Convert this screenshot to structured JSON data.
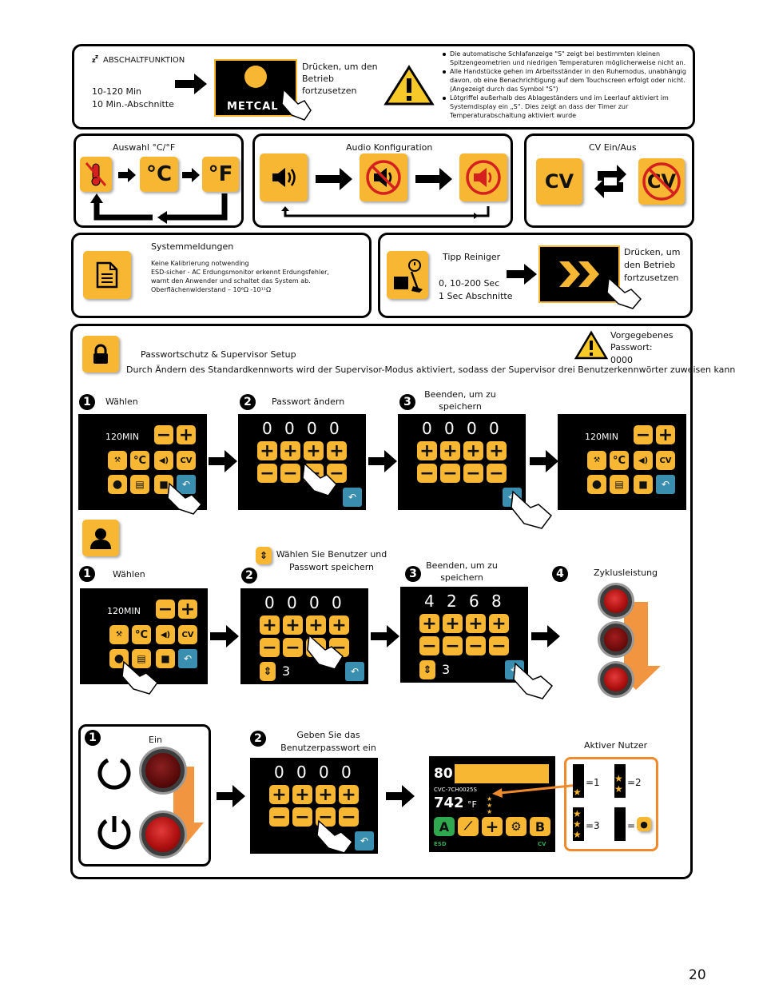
{
  "page_number": "20",
  "shutdown": {
    "title": "ABSCHALTFUNKTION",
    "range": "10-120 Min",
    "step": "10 Min.-Abschnitte",
    "press_text": "Drücken, um den Betrieb fortzusetzen",
    "logo_text": "METCAL",
    "notes": [
      "Die automatische Schlafanzeige \"S\" zeigt bei bestimmten kleinen Spitzengeometrien und niedrigen Temperaturen möglicherweise nicht an.",
      "Alle Handstücke gehen im Arbeitsständer in den Ruhemodus, unabhängig davon, ob eine Benachrichtigung auf dem Touchscreen erfolgt oder nicht. (Angezeigt durch das Symbol \"S\")",
      "Lötgriffel außerhalb des Ablageständers und im Leerlauf aktiviert im Systemdisplay ein „S“. Dies zeigt an dass der Timer zur Temperaturabschaltung aktiviert wurde"
    ]
  },
  "units": {
    "title": "Auswahl °C/°F",
    "c": "°C",
    "f": "°F"
  },
  "audio": {
    "title": "Audio Konfiguration"
  },
  "cv": {
    "title": "CV Ein/Aus",
    "label": "CV"
  },
  "system": {
    "title": "Systemmeldungen",
    "lines": [
      "Keine Kalibrierung notwending",
      "ESD-sicher - AC Erdungsmonitor erkennt Erdungsfehler,",
      "warnt den Anwender und schaltet das System ab.",
      "Oberflächenwiderstand – 10⁶Ω -10¹¹Ω"
    ]
  },
  "cleaner": {
    "title": "Tipp Reiniger Erinnerung",
    "range": "0, 10-200 Sec",
    "step": "1 Sec Abschnitte",
    "press_text": "Drücken, um den Betrieb fortzusetzen"
  },
  "password": {
    "title": "Passwortschutz & Supervisor Setup",
    "desc": "Durch Ändern des Standardkennworts wird der Supervisor-Modus aktiviert, sodass der Supervisor drei Benutzerkennwörter zuweisen kann",
    "default_label": "Vorgegebenes Passwort:",
    "default_value": "0000",
    "steps": [
      "Wählen",
      "Passwort ändern",
      "Beenden, um zu speichern"
    ],
    "timer": "120MIN",
    "digits": [
      "0",
      "0",
      "0",
      "0"
    ]
  },
  "users": {
    "steps": [
      "Wählen",
      "Wählen Sie Benutzer und Passwort speichern",
      "Beenden, um zu speichern",
      "Zyklusleistung"
    ],
    "user_num": "3",
    "digits": [
      "0",
      "0",
      "0",
      "0"
    ],
    "saved_digits": [
      "4",
      "2",
      "6",
      "8"
    ]
  },
  "login": {
    "on_label": "Ein",
    "enter_label": "Geben Sie das Benutzerpasswort ein",
    "active_label": "Aktiver Nutzer",
    "display_value": "80",
    "model": "CVC-7CH0025S",
    "temp": "742",
    "temp_unit": "°F",
    "esd": "ESD",
    "cv": "CV",
    "btn_a": "A",
    "btn_b": "B",
    "user_levels": [
      "=1",
      "=2",
      "=3",
      "="
    ],
    "digits": [
      "0",
      "0",
      "0",
      "0"
    ]
  },
  "colors": {
    "yellow": "#f7b733",
    "blue": "#3a8fb0",
    "orange": "#f08a2c",
    "red": "#d62020"
  }
}
